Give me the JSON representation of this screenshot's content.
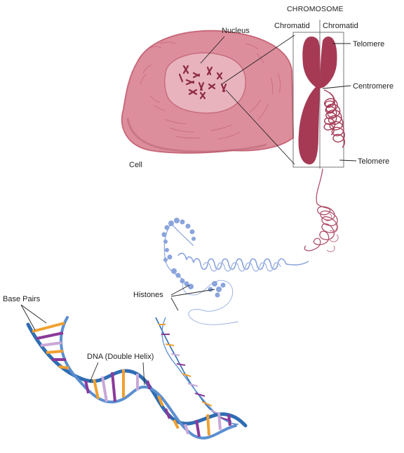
{
  "labels": {
    "chromosome_title": "CHROMOSOME",
    "chromatid_left": "Chromatid",
    "chromatid_right": "Chromatid",
    "nucleus": "Nucleus",
    "cell": "Cell",
    "telomere_top": "Telomere",
    "centromere": "Centromere",
    "telomere_bottom": "Telomere",
    "histones": "Histones",
    "base_pairs": "Base Pairs",
    "dna": "DNA (Double Helix)"
  },
  "colors": {
    "cell_fill": "#dd8e9c",
    "cell_edge": "#c96a7c",
    "nucleus_fill": "#e8b3bc",
    "chromosome": "#a63a55",
    "chromatin_blue": "#8aa4dc",
    "dna_backbone": "#2f6db3",
    "base_orange": "#f0a030",
    "base_purple": "#8a3a9a",
    "base_lilac": "#c9a8d8"
  }
}
